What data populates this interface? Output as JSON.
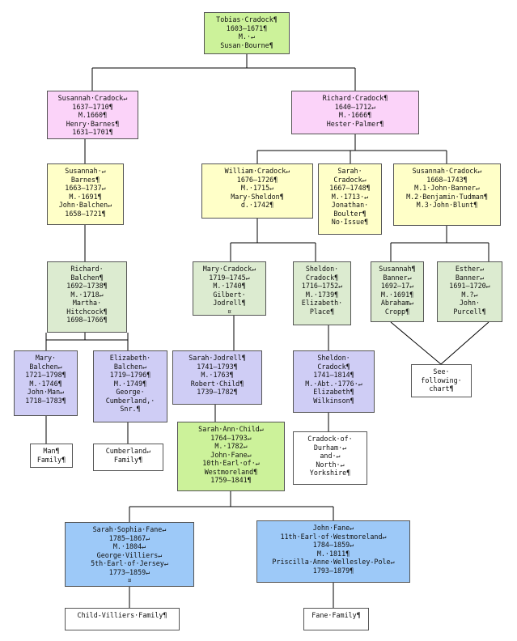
{
  "nodes": [
    {
      "id": "tobias",
      "color": "green",
      "lines": [
        "Tobias·Cradock¶",
        "1603–1671¶",
        "M.·↵",
        "Susan·Bourne¶"
      ]
    },
    {
      "id": "susannah-c",
      "color": "pink",
      "lines": [
        "Susannah·Cradock↵",
        "1637–1710¶",
        "M.1660¶",
        "Henry·Barnes¶",
        "1631–1701¶"
      ]
    },
    {
      "id": "richard-c",
      "color": "pink",
      "lines": [
        "Richard·Cradock¶",
        "1640–1712↵",
        "M.·1666¶",
        "Hester·Palmer¶"
      ]
    },
    {
      "id": "susannah-b",
      "color": "yellow",
      "lines": [
        "Susannah·↵",
        "Barnes¶",
        "1663–1737↵",
        "M.·1691¶",
        "John·Balchen↵",
        "1658–1721¶"
      ]
    },
    {
      "id": "william-c",
      "color": "yellow",
      "lines": [
        "William·Cradock↵",
        "1676–1726¶",
        "M.·1715↵",
        "Mary·Sheldon¶",
        "d.·1742¶"
      ]
    },
    {
      "id": "sarah-c",
      "color": "yellow",
      "lines": [
        "Sarah·",
        "Cradock↵",
        "1667–1748¶",
        "M.·1713·↵",
        "Jonathan·",
        "Boulter¶",
        "No·Issue¶"
      ]
    },
    {
      "id": "susannah-c2",
      "color": "yellow",
      "lines": [
        "Susannah·Cradock↵",
        "1668–1743¶",
        "M.1·John·Banner↵",
        "M.2·Benjamin·Tudman¶",
        "M.3·John·Blunt¶"
      ]
    },
    {
      "id": "richard-b",
      "color": "sage",
      "lines": [
        "Richard·",
        "Balchen¶",
        "1692–1738¶",
        "M.·1718↵",
        "Martha·",
        "Hitchcock¶",
        "1698–1766¶"
      ]
    },
    {
      "id": "mary-c",
      "color": "sage",
      "lines": [
        "Mary·Cradock↵",
        "1719–1745↵",
        "M.·1740¶",
        "Gilbert·",
        "Jodrell¶",
        "¤"
      ]
    },
    {
      "id": "sheldon-c1",
      "color": "sage",
      "lines": [
        "Sheldon·",
        "Cradock¶",
        "1716–1752↵",
        "M.·1739¶",
        "Elizabeth·",
        "Place¶"
      ]
    },
    {
      "id": "susannah-bn",
      "color": "sage",
      "lines": [
        "Susannah¶",
        "Banner↵",
        "1692–17↵",
        "M.·1691¶",
        "Abraham↵",
        "Cropp¶"
      ]
    },
    {
      "id": "esther-bn",
      "color": "sage",
      "lines": [
        "Esther↵",
        "Banner↵",
        "1691–1720↵",
        "M.?↵",
        "John·",
        "Purcell¶"
      ]
    },
    {
      "id": "mary-bal",
      "color": "lav",
      "lines": [
        "Mary·",
        "Balchen↵",
        "1721–1798¶",
        "M.·1746¶",
        "John·Man↵",
        "1718–1783¶"
      ]
    },
    {
      "id": "elizabeth-bal",
      "color": "lav",
      "lines": [
        "Elizabeth·",
        "Balchen↵",
        "1719–1796¶",
        "M.·1749¶",
        "George·",
        "Cumberland,·",
        "Snr.¶"
      ]
    },
    {
      "id": "sarah-j",
      "color": "lav",
      "lines": [
        "Sarah·Jodrell¶",
        "1741–1793¶",
        "M.·1763¶",
        "Robert·Child¶",
        "1739–1782¶"
      ]
    },
    {
      "id": "sheldon-c2",
      "color": "lav",
      "lines": [
        "Sheldon·",
        "Cradock¶",
        "1741–1814¶",
        "M.·Abt.·1776·↵",
        "Elizabeth¶",
        "Wilkinson¶"
      ]
    },
    {
      "id": "see-following",
      "color": "white",
      "lines": [
        "See·",
        "following·",
        "chart¶"
      ]
    },
    {
      "id": "man-family",
      "color": "white",
      "lines": [
        "Man¶",
        "Family¶"
      ]
    },
    {
      "id": "cumberland-family",
      "color": "white",
      "lines": [
        "Cumberland↵",
        "Family¶"
      ]
    },
    {
      "id": "sarah-ann",
      "color": "green",
      "lines": [
        "Sarah·Ann·Child↵",
        "1764–1793↵",
        "M.·1782↵",
        "John·Fane↵",
        "10th·Earl·of·↵",
        "Westmoreland¶",
        "1759–1841¶"
      ]
    },
    {
      "id": "cradock-durham",
      "color": "white",
      "lines": [
        "Cradock·of·",
        "Durham·↵",
        "and·↵",
        "North·↵",
        "Yorkshire¶"
      ]
    },
    {
      "id": "sarah-sophia",
      "color": "blue",
      "lines": [
        "Sarah·Sophia·Fane↵",
        "1785–1867↵",
        "M.·1804↵",
        "George·Villiers↵",
        "5th·Earl·of·Jersey↵",
        "1773–1859↵",
        "¤"
      ]
    },
    {
      "id": "john-fane",
      "color": "blue",
      "lines": [
        "John·Fane↵",
        "11th·Earl·of·Westmoreland↵",
        "1784–1859↵",
        "M.·1811¶",
        "Priscilla·Anne·Wellesley-Pole↵",
        "1793–1879¶"
      ]
    },
    {
      "id": "child-villiers",
      "color": "white",
      "lines": [
        "Child-Villiers·Family¶"
      ]
    },
    {
      "id": "fane-family",
      "color": "white",
      "lines": [
        "Fane·Family¶"
      ]
    }
  ]
}
